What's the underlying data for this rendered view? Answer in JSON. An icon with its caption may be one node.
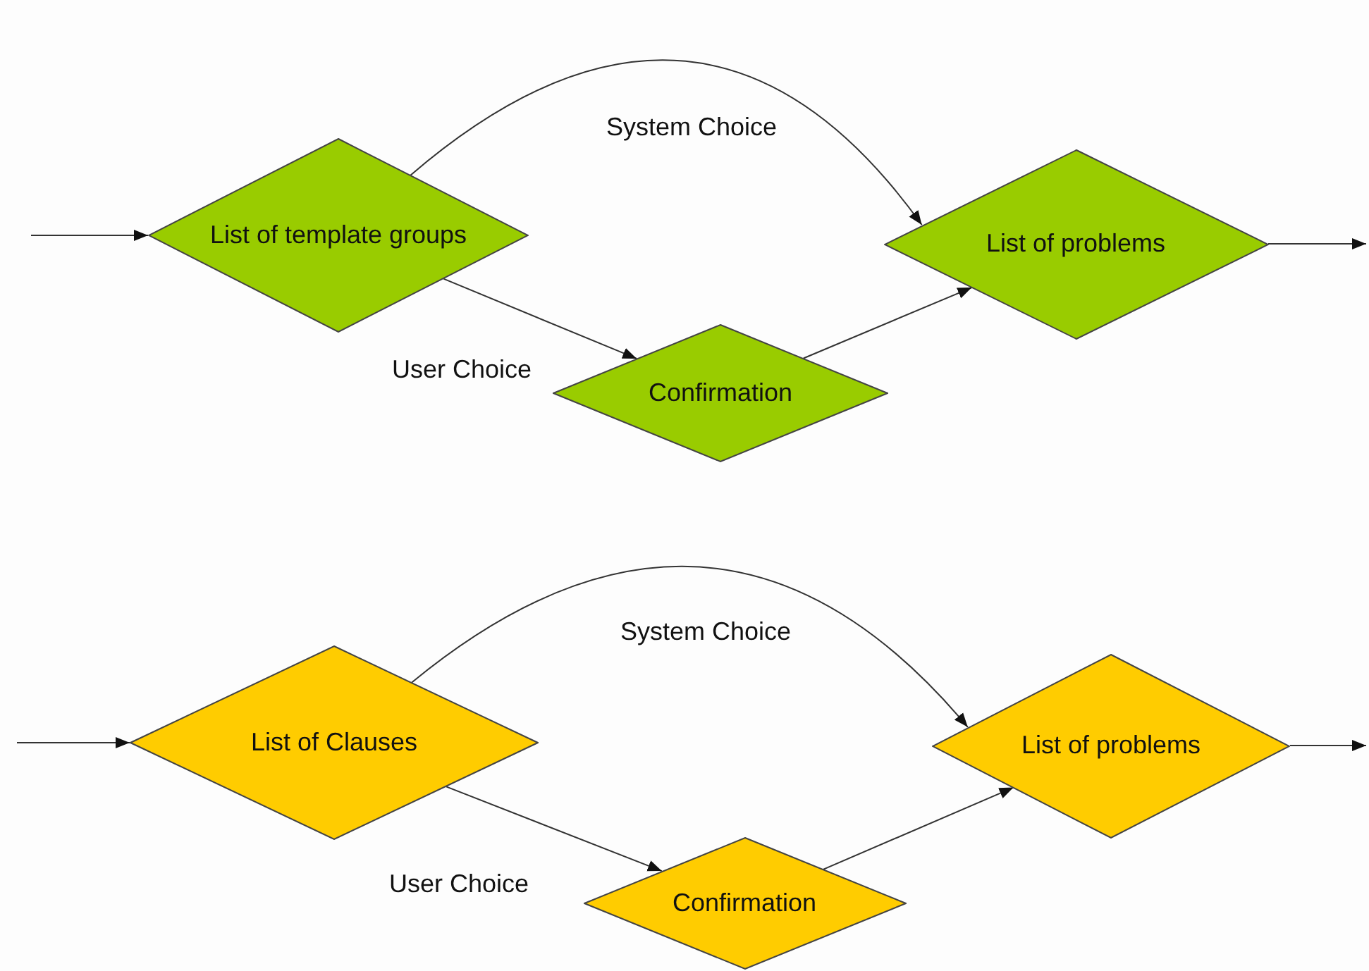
{
  "diagram": {
    "nodes": [
      {
        "text": [
          "List of template groups"
        ]
      },
      {
        "text": [
          "Confirmation"
        ]
      },
      {
        "text": [
          "List of problems"
        ]
      },
      {
        "text": [
          "List of Clauses"
        ]
      },
      {
        "text": [
          "Confirmation"
        ]
      },
      {
        "text": [
          "List of problems"
        ]
      }
    ],
    "edges": [
      {
        "from": null,
        "to": 0,
        "arrow": "to"
      },
      {
        "from": 0,
        "to": 1,
        "arrow": "to",
        "label": "User Choice"
      },
      {
        "from": 1,
        "to": 2,
        "arrow": "to"
      },
      {
        "from": 0,
        "to": 2,
        "arrow": "to",
        "label": "System Choice"
      },
      {
        "from": 2,
        "to": null,
        "arrow": "to"
      },
      {
        "from": null,
        "to": 3,
        "arrow": "to"
      },
      {
        "from": 3,
        "to": 4,
        "arrow": "to",
        "label": "User Choice"
      },
      {
        "from": 4,
        "to": 5,
        "arrow": "to"
      },
      {
        "from": 3,
        "to": 5,
        "arrow": "to",
        "label": "System Choice"
      },
      {
        "from": 5,
        "to": null,
        "arrow": "to"
      }
    ]
  }
}
